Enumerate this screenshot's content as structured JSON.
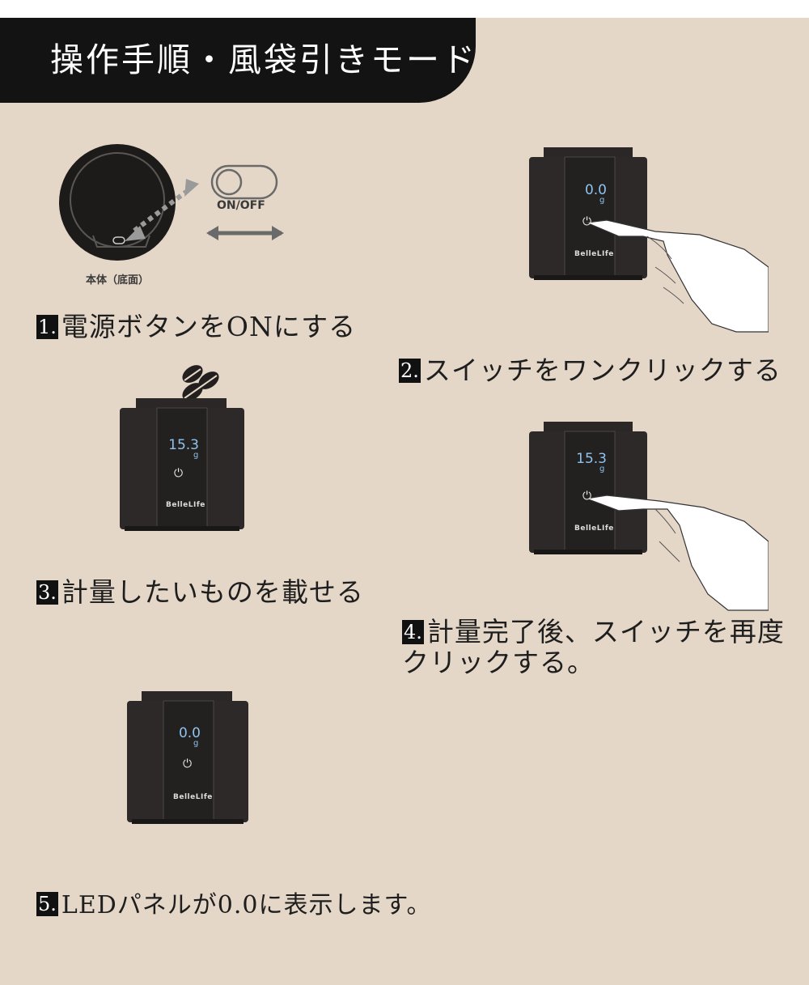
{
  "header": {
    "title": "操作手順・風袋引きモード"
  },
  "steps": [
    {
      "num": "1.",
      "text": "電源ボタンをONにする"
    },
    {
      "num": "2.",
      "text": "スイッチをワンクリックする"
    },
    {
      "num": "3.",
      "text": "計量したいものを載せる"
    },
    {
      "num": "4.",
      "text": "計量完了後、スイッチを再度クリックする。"
    },
    {
      "num": "5.",
      "text": "LEDパネルが0.0に表示します。"
    }
  ],
  "figure1": {
    "switch_label": "ON/OFF",
    "body_label": "本体（底面）"
  },
  "scales": [
    {
      "reading": "0.0",
      "unit": "g",
      "brand": "BelleLIfe"
    },
    {
      "reading": "15.3",
      "unit": "g",
      "brand": "BelleLIfe"
    },
    {
      "reading": "15.3",
      "unit": "g",
      "brand": "BelleLIfe"
    },
    {
      "reading": "0.0",
      "unit": "g",
      "brand": "BelleLIfe"
    }
  ],
  "colors": {
    "background": "#e4d7c8",
    "header": "#131313",
    "display": "#8ec3ef",
    "device": "#2d2928"
  }
}
